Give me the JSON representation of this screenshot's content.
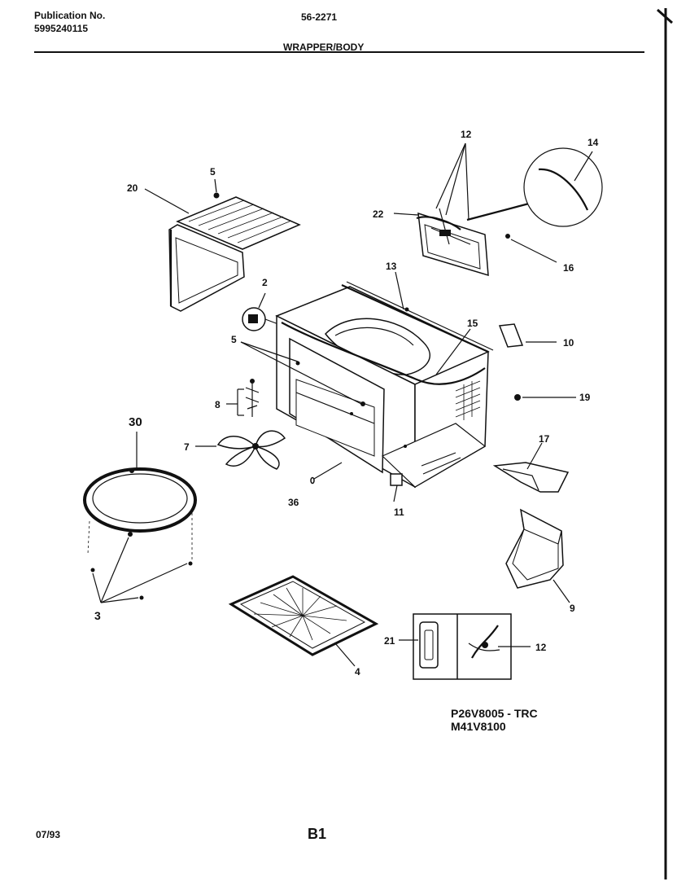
{
  "header": {
    "publication_label": "Publication No.",
    "publication_number": "5995240115",
    "model_code": "56-2271",
    "section_title": "WRAPPER/BODY"
  },
  "callouts": {
    "c20": "20",
    "c5a": "5",
    "c2": "2",
    "c5b": "5",
    "c8": "8",
    "c7": "7",
    "c30": "30",
    "c3": "3",
    "c36": "36",
    "c11": "11",
    "c13": "13",
    "c15": "15",
    "c22": "22",
    "c12a": "12",
    "c14": "14",
    "c16": "16",
    "c10": "10",
    "c19": "19",
    "c17": "17",
    "c9": "9",
    "c4": "4",
    "c21": "21",
    "c12b": "12"
  },
  "models": {
    "line1": "P26V8005 - TRC",
    "line2": "M41V8100"
  },
  "footer": {
    "date": "07/93",
    "page": "B1"
  }
}
